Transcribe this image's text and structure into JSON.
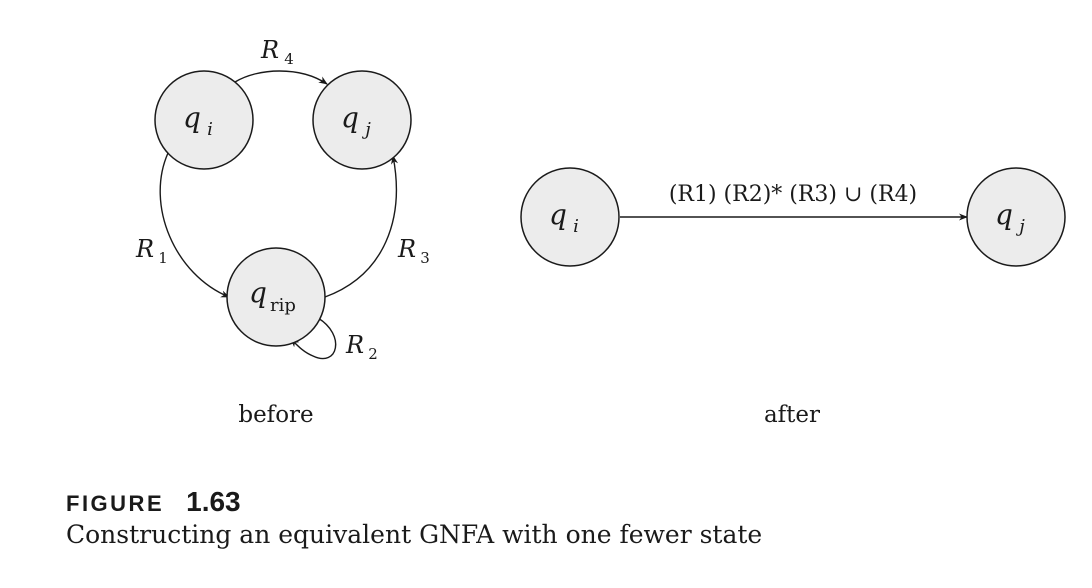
{
  "diagram": {
    "before": {
      "label": "before",
      "states": [
        {
          "id": "qi",
          "symbol": "q",
          "sub": "i"
        },
        {
          "id": "qj",
          "symbol": "q",
          "sub": "j"
        },
        {
          "id": "qrip",
          "symbol": "q",
          "sub": "rip"
        }
      ],
      "edges": [
        {
          "from": "qi",
          "to": "qj",
          "label": "R",
          "sub": "4"
        },
        {
          "from": "qi",
          "to": "qrip",
          "label": "R",
          "sub": "1"
        },
        {
          "from": "qrip",
          "to": "qrip",
          "label": "R",
          "sub": "2"
        },
        {
          "from": "qrip",
          "to": "qj",
          "label": "R",
          "sub": "3"
        }
      ]
    },
    "after": {
      "label": "after",
      "states": [
        {
          "id": "qi",
          "symbol": "q",
          "sub": "i"
        },
        {
          "id": "qj",
          "symbol": "q",
          "sub": "j"
        }
      ],
      "edge": {
        "from": "qi",
        "to": "qj",
        "label": "(R1) (R2)* (R3) ∪ (R4)"
      }
    }
  },
  "figure": {
    "word": "FIGURE",
    "number": "1.63",
    "caption": "Constructing an equivalent GNFA with one fewer state"
  }
}
